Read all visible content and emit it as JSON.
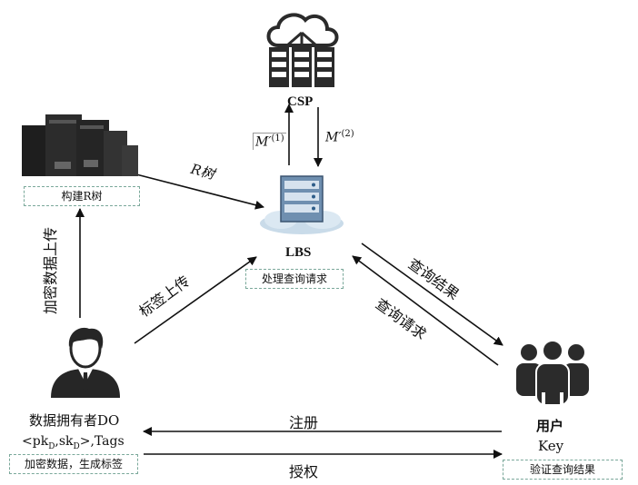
{
  "nodes": {
    "csp": {
      "title": "CSP"
    },
    "pc_cluster": {
      "caption": "构建R树"
    },
    "lbs": {
      "title": "LBS",
      "caption": "处理查询请求"
    },
    "owner": {
      "title": "数据拥有者DO",
      "keys_prefix": "<pk",
      "keys_sub1": "D",
      "keys_mid": ",sk",
      "keys_sub2": "D",
      "keys_suffix": ">,Tags",
      "caption": "加密数据，生成标签"
    },
    "users": {
      "title": "用户",
      "key": "Key",
      "caption": "验证查询结果"
    }
  },
  "edges": {
    "csp_up": {
      "label": "M′",
      "sup": "(1)"
    },
    "csp_down": {
      "label": "M′",
      "sup": "(2)"
    },
    "rtree": {
      "label": "R树"
    },
    "encrypt_upload": {
      "label": "加密数据上传"
    },
    "tag_upload": {
      "label": "标签上传"
    },
    "query_result": {
      "label": "查询结果"
    },
    "query_request": {
      "label": "查询请求"
    },
    "register": {
      "label": "注册"
    },
    "authorize": {
      "label": "授权"
    }
  },
  "colors": {
    "arrow": "#111111",
    "dash_border": "#7aa89a",
    "icon_dark": "#2b2b2b",
    "server_blue": "#6f8fb0"
  }
}
